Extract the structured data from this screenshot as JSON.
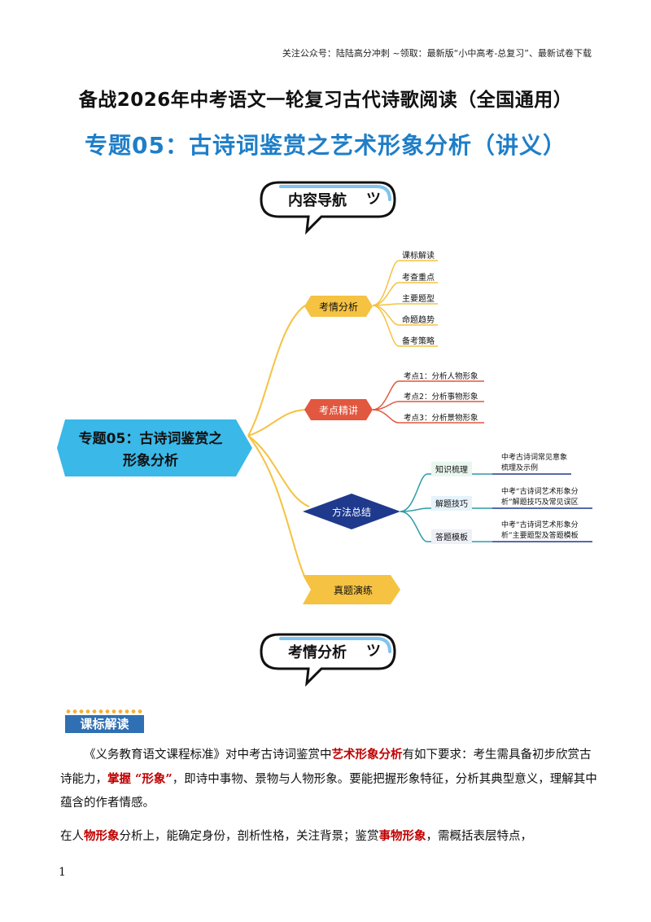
{
  "header": {
    "note": "关注公众号：陆陆高分冲刺 ~领取：最新版“小中高考-总复习”、最新试卷下载"
  },
  "title": {
    "main": "备战2026年中考语文一轮复习古代诗歌阅读（全国通用）",
    "sub": "专题05：古诗词鉴赏之艺术形象分析（讲义）"
  },
  "nav_bubble": {
    "label": "内容导航",
    "squiggle": "ツ"
  },
  "mindmap": {
    "center": {
      "line1": "专题05：古诗词鉴赏之",
      "line2": "形象分析"
    },
    "branches": [
      {
        "label": "考情分析",
        "color": "#f5c242",
        "children": [
          "课标解读",
          "考查重点",
          "主要题型",
          "命题趋势",
          "备考策略"
        ]
      },
      {
        "label": "考点精讲",
        "color": "#e2573f",
        "children": [
          "考点1：分析人物形象",
          "考点2：分析事物形象",
          "考点3：分析景物形象"
        ]
      },
      {
        "label": "方法总结",
        "color": "#1f3a8c",
        "children": [
          {
            "label": "知识梳理",
            "desc1": "中考古诗词常见意象",
            "desc2": "梳理及示例"
          },
          {
            "label": "解题技巧",
            "desc1": "中考“古诗词艺术形象分",
            "desc2": "析”解题技巧及常见误区"
          },
          {
            "label": "答题模板",
            "desc1": "中考“古诗词艺术形象分",
            "desc2": "析”主要题型及答题模板"
          }
        ]
      },
      {
        "label": "真题演练",
        "color": "#f5c242"
      }
    ]
  },
  "section_bubble": {
    "label": "考情分析",
    "squiggle": "ツ"
  },
  "tag": {
    "label": "课标解读"
  },
  "paragraph": {
    "p1a": "《义务教育语文课程标准》对中考古诗词鉴赏中",
    "p1b": "艺术形象分析",
    "p1c": "有如下要求：考生需具备初步欣赏古诗能力，",
    "p1d": "掌握 “形象”",
    "p1e": "，即诗中事物、景物与人物形象。要能把握形象特征，分析其典型意义，理解其中蕴含的作者情感。",
    "p2a": "在人",
    "p2b": "物形象",
    "p2c": "分析上，能确定身份，剖析性格，关注背景；鉴赏",
    "p2d": "事物形象",
    "p2e": "，需概括表层特点，"
  },
  "page_number": "1"
}
